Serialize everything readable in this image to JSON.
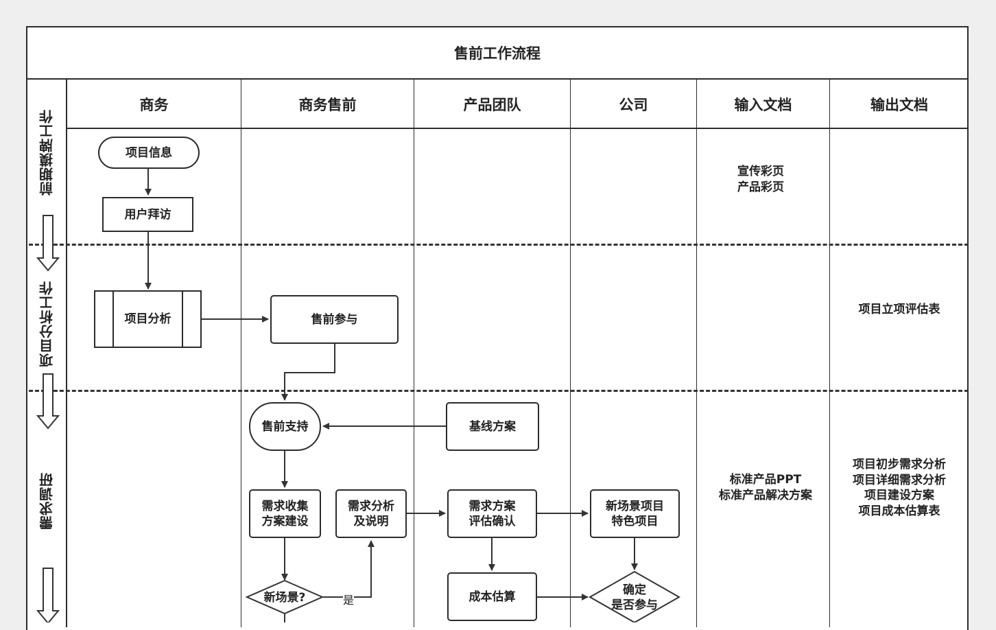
{
  "title": "售前工作流程",
  "columns": [
    "商务",
    "商务售前",
    "产品团队",
    "公司",
    "输入文档",
    "输出文档"
  ],
  "phases": [
    "前期摸牌工作",
    "项目分析工作",
    "需求调研"
  ],
  "nodes": {
    "project_info": "项目信息",
    "user_visit": "用户拜访",
    "project_analysis": "项目分析",
    "presales_participation": "售前参与",
    "presales_support": "售前支持",
    "baseline_plan": "基线方案",
    "req_collect": "需求收集\n方案建设",
    "req_analysis": "需求分析\n及说明",
    "req_plan_confirm": "需求方案\n评估确认",
    "new_scene_project": "新场景项目\n特色项目",
    "new_scene_decision": "新场景?",
    "cost_estimate": "成本估算",
    "participation_decision": "确定\n是否参与"
  },
  "edge_labels": {
    "yes": "是"
  },
  "docs": {
    "input_phase1": "宣传彩页\n产品彩页",
    "output_phase2": "项目立项评估表",
    "input_phase3": "标准产品PPT\n标准产品解决方案",
    "output_phase3": "项目初步需求分析\n项目详细需求分析\n项目建设方案\n项目成本估算表"
  }
}
